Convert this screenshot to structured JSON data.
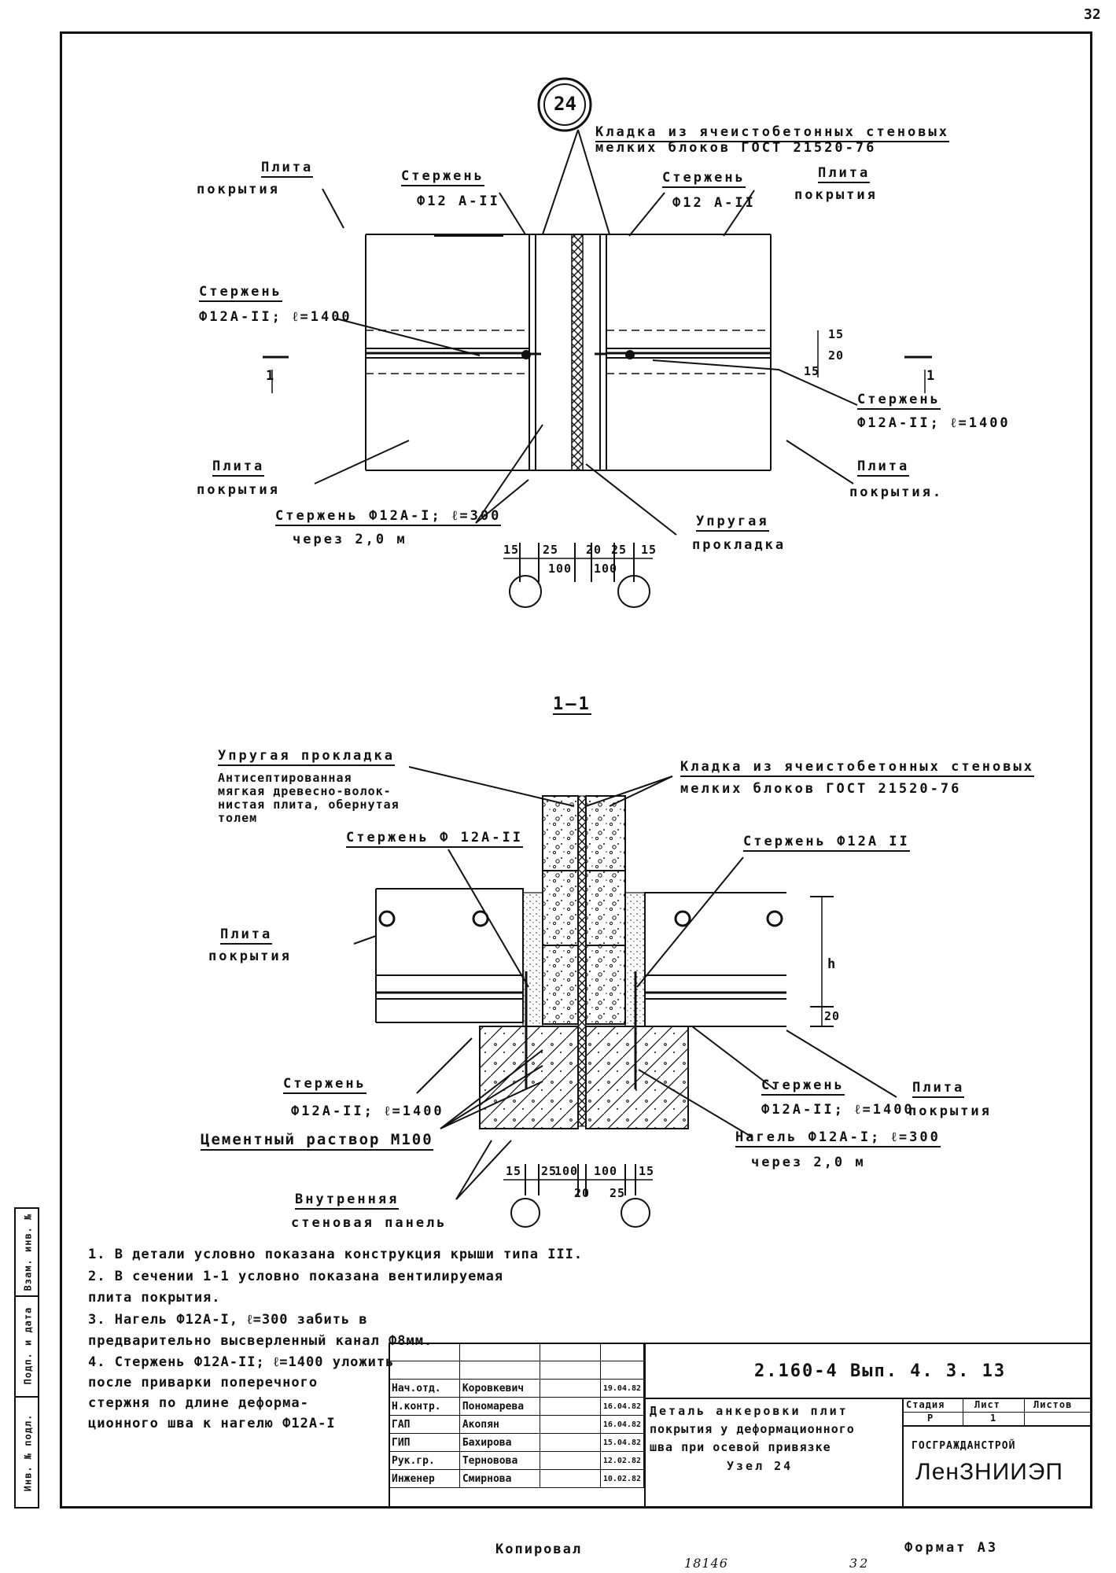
{
  "page_number": "32",
  "node_number": "24",
  "plan": {
    "masonry_l1": "Кладка из ячеистобетонных стеновых",
    "masonry_l2": "мелких блоков ГОСТ 21520-76",
    "slab_tl_1": "Плита",
    "slab_tl_2": "покрытия",
    "rod_tl_1": "Стержень",
    "rod_tl_2": "Ф12 А-II",
    "rod_tr_1": "Стержень",
    "rod_tr_2": "Ф12 А-II",
    "slab_tr_1": "Плита",
    "slab_tr_2": "покрытия",
    "rod_l_1": "Стержень",
    "rod_l_2": "Ф12А-II; ℓ=1400",
    "rod_r_1": "Стержень",
    "rod_r_2": "Ф12А-II; ℓ=1400",
    "slab_bl_1": "Плита",
    "slab_bl_2": "покрытия",
    "slab_br_1": "Плита",
    "slab_br_2": "покрытия.",
    "rod_b_1": "Стержень Ф12А-I; ℓ=300",
    "rod_b_2": "через 2,0 м",
    "pad_1": "Упругая",
    "pad_2": "прокладка",
    "section_mark": "1",
    "dims": [
      "15",
      "25",
      "100",
      "20",
      "25",
      "100",
      "15"
    ],
    "dim_vert": [
      "15",
      "15",
      "20"
    ]
  },
  "section": {
    "title": "1—1",
    "pad_title": "Упругая прокладка",
    "pad_desc": [
      "Антисептированная",
      "мягкая древесно-волок-",
      "нистая плита, обернутая",
      "толем"
    ],
    "masonry_l1": "Кладка из ячеистобетонных стеновых",
    "masonry_l2": "мелких блоков ГОСТ 21520-76",
    "rod_l": "Стержень Ф 12А-II",
    "rod_r": "Стержень Ф12А II",
    "slab_l_1": "Плита",
    "slab_l_2": "покрытия",
    "slab_r_1": "Плита",
    "slab_r_2": "покрытия",
    "rod_bl_1": "Стержень",
    "rod_bl_2": "Ф12А-II; ℓ=1400",
    "rod_br_1": "Стержень",
    "rod_br_2": "Ф12А-II; ℓ=1400",
    "mortar": "Цементный раствор М100",
    "dowel_1": "Нагель Ф12А-I; ℓ=300",
    "dowel_2": "через 2,0 м",
    "panel_1": "Внутренняя",
    "panel_2": "стеновая панель",
    "dim_h": "h",
    "dim_20": "20",
    "dims": [
      "15",
      "25",
      "100",
      "100",
      "15",
      "20",
      "25"
    ]
  },
  "notes": [
    "1. В детали условно показана конструкция крыши типа III.",
    "2. В сечении 1-1 условно показана вентилируемая",
    "    плита покрытия.",
    "3. Нагель Ф12А-I, ℓ=300 забить в",
    "предварительно высверленный канал Ф8мм.",
    "4. Стержень Ф12А-II; ℓ=1400 уложить",
    "    после приварки поперечного",
    "    стержня по длине деформа-",
    "    ционного шва к нагелю Ф12А-I"
  ],
  "title_block": {
    "doc_code": "2.160-4 Вып. 4. 3. 13",
    "title_lines": [
      "Деталь анкеровки плит",
      "покрытия у деформационного",
      "шва при осевой привязке",
      "Узел 24"
    ],
    "stage_h": "Стадия",
    "sheet_h": "Лист",
    "sheets_h": "Листов",
    "stage": "Р",
    "sheet": "1",
    "sheets": "",
    "org_1": "ГОСГРАЖДАНСТРОЙ",
    "org_2": "ЛенЗНИИЭП",
    "staff": [
      {
        "role": "Нач.отд.",
        "name": "Коровкевич",
        "date": "19.04.82"
      },
      {
        "role": "Н.контр.",
        "name": "Пономарева",
        "date": "16.04.82"
      },
      {
        "role": "ГАП",
        "name": "Акопян",
        "date": "16.04.82"
      },
      {
        "role": "ГИП",
        "name": "Бахирова",
        "date": "15.04.82"
      },
      {
        "role": "Рук.гр.",
        "name": "Терновова",
        "date": "12.02.82"
      },
      {
        "role": "Инженер",
        "name": "Смирнова",
        "date": "10.02.82"
      }
    ]
  },
  "side_stamp": [
    "Инв. № подл.",
    "Подп. и дата",
    "Взам. инв. №"
  ],
  "footer": {
    "copied": "Копировал",
    "format": "Формат А3",
    "hand_num": "18146",
    "hand_num2": "32"
  }
}
